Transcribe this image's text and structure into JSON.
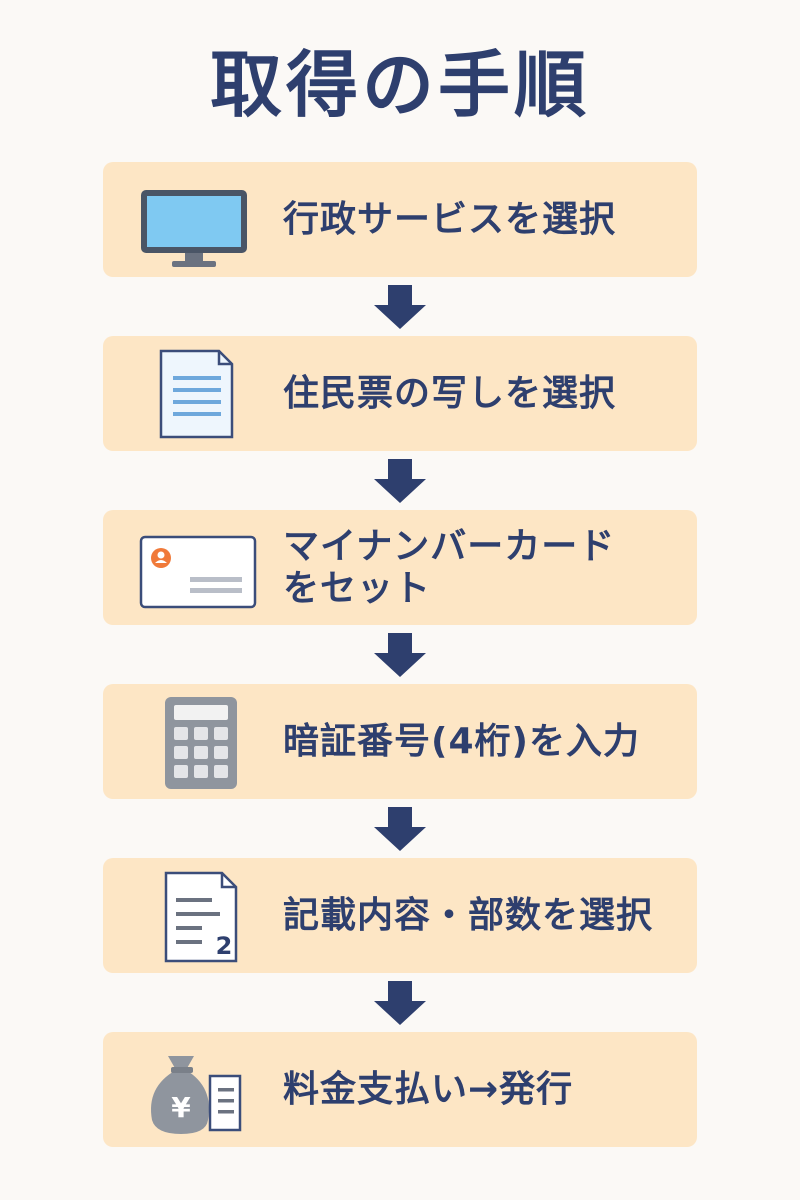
{
  "title": "取得の手順",
  "steps": [
    {
      "label": "行政サービスを選択",
      "icon": "monitor-icon"
    },
    {
      "label": "住民票の写しを選択",
      "icon": "document-icon"
    },
    {
      "label": "マイナンバーカード\nをセット",
      "icon": "id-card-icon"
    },
    {
      "label": "暗証番号(4桁)を入力",
      "icon": "keypad-icon"
    },
    {
      "label": "記載内容・部数を選択",
      "icon": "form-copies-icon",
      "icon_text": "2"
    },
    {
      "label": "料金支払い→発行",
      "icon": "money-bag-receipt-icon",
      "icon_text": "¥"
    }
  ],
  "colors": {
    "title": "#2e3f6e",
    "step_background": "#fde6c5",
    "arrow": "#2e3f6e",
    "page_background": "#fbf9f6"
  }
}
